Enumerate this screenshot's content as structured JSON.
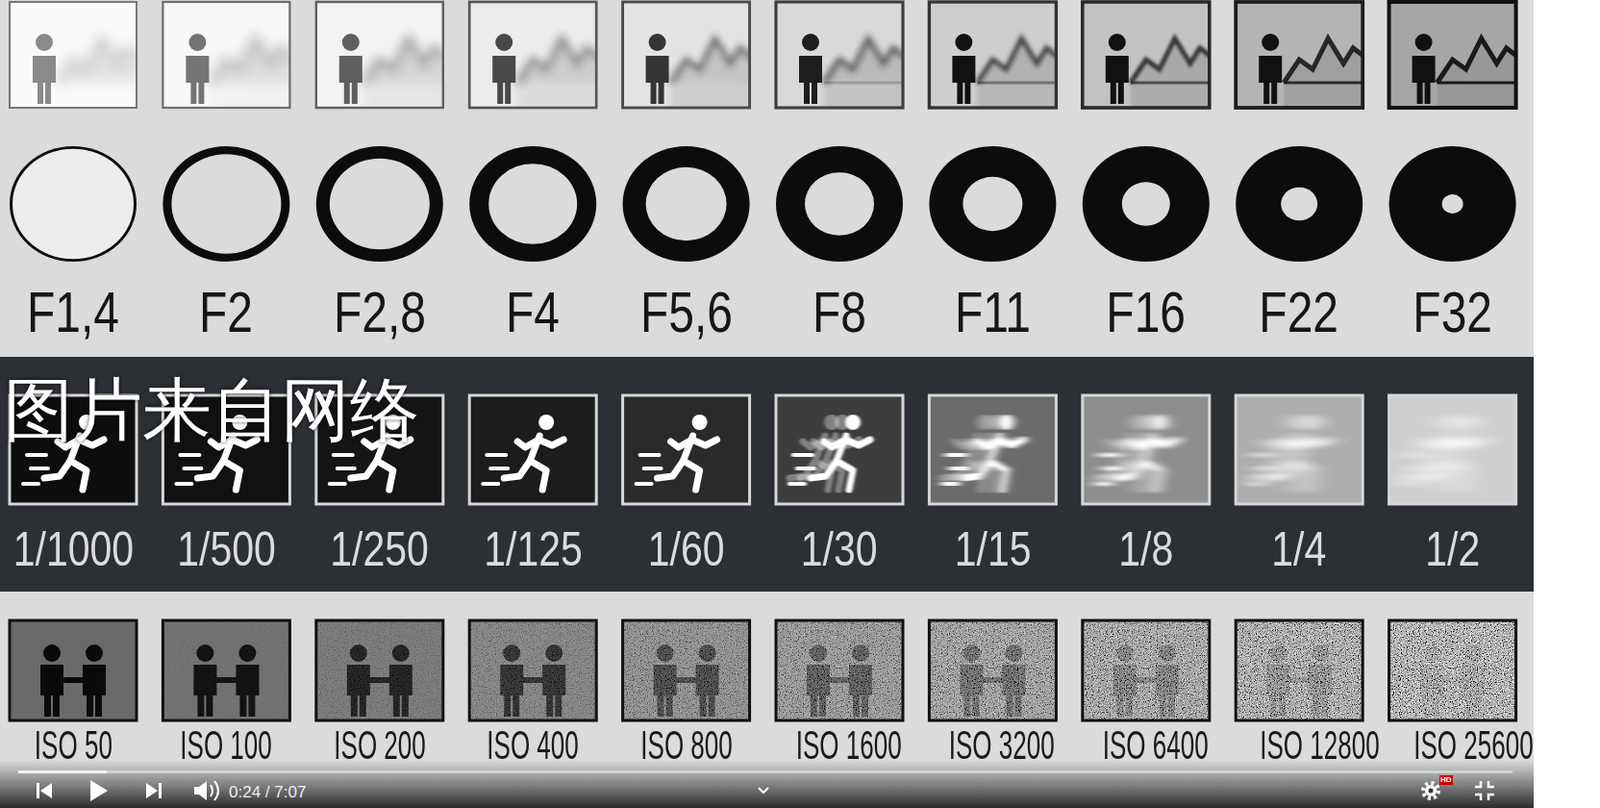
{
  "diagram": {
    "labels": [
      "F1,4",
      "F2",
      "F2,8",
      "F4",
      "F5,6",
      "F8",
      "F11",
      "F16",
      "F22",
      "F32",
      "图片来自网络",
      "1/1000",
      "1/500",
      "1/250",
      "1/125",
      "1/60",
      "1/30",
      "1/15",
      "1/8",
      "1/4",
      "1/2",
      "ISO 50",
      "ISO 100",
      "ISO 200",
      "ISO 400",
      "ISO 800",
      "ISO 1600",
      "ISO 3200",
      "ISO 6400",
      "ISO 12800",
      "ISO 25600",
      "0:24 / 7:07",
      "HD"
    ]
  }
}
